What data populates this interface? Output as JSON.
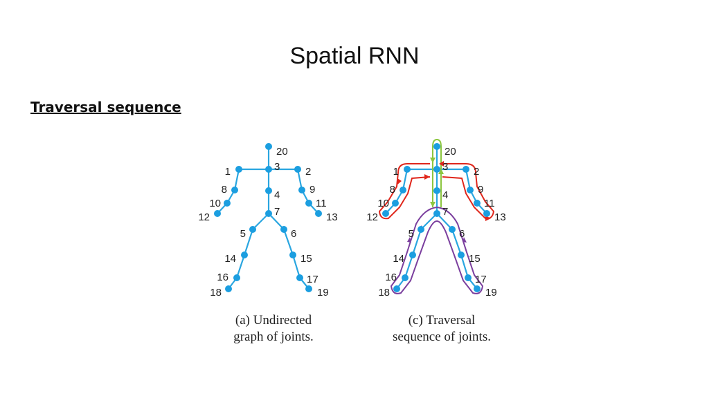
{
  "slide": {
    "title": "Spatial RNN",
    "subtitle": "Traversal sequence"
  },
  "figure_a": {
    "caption_line1": "(a) Undirected",
    "caption_line2": "graph of joints."
  },
  "figure_c": {
    "caption_line1": "(c) Traversal",
    "caption_line2": "sequence of joints."
  },
  "joint_labels": [
    "20",
    "3",
    "1",
    "2",
    "8",
    "9",
    "10",
    "11",
    "12",
    "13",
    "4",
    "7",
    "5",
    "6",
    "14",
    "15",
    "16",
    "17",
    "18",
    "19"
  ],
  "colors": {
    "bone": "#2aa6e0",
    "joint": "#1b9ee0",
    "red_path": "#e0261b",
    "green_path": "#8cc63f",
    "purple_path": "#7b3f9e"
  }
}
